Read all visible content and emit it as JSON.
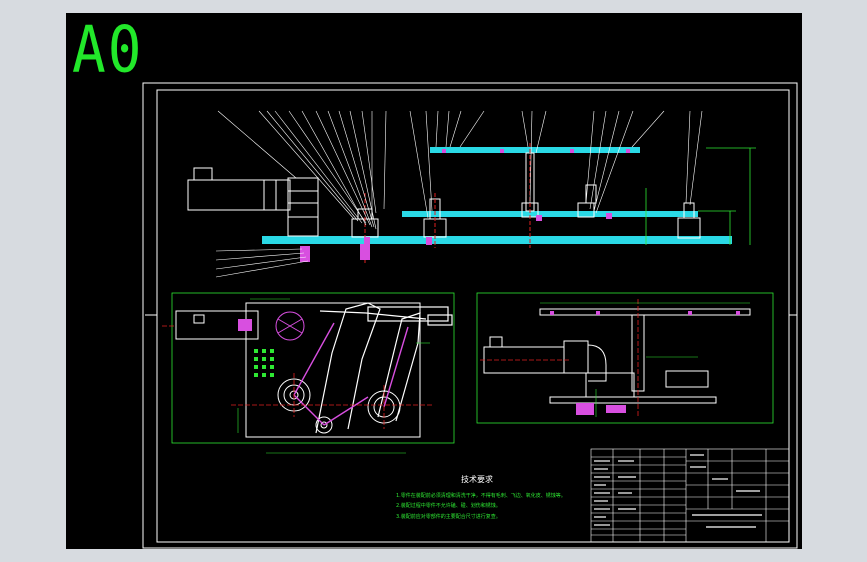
{
  "viewport": {
    "background": "#000000"
  },
  "sheet_label": {
    "text": "A0",
    "color": "#22e82a"
  },
  "colors": {
    "frame": "#ffffff",
    "outline": "#ffffff",
    "dimension": "#2ee833",
    "plate": "#2ad9e6",
    "part": "#d84fe0",
    "centerline": "#e02020",
    "text": "#ffffff",
    "leader": "#ffffff"
  },
  "notes": {
    "title": "技术要求",
    "items": [
      "1.零件在装配前必须清理和清洗干净，不得有毛刺、飞边、氧化皮、锈蚀等。",
      "2.装配过程中零件不允许磕、碰、划伤和锈蚀。",
      "3.装配前应对零部件的主要配合尺寸进行复查。"
    ]
  },
  "title_block": {
    "drawing_name": "",
    "scale_label": ""
  }
}
